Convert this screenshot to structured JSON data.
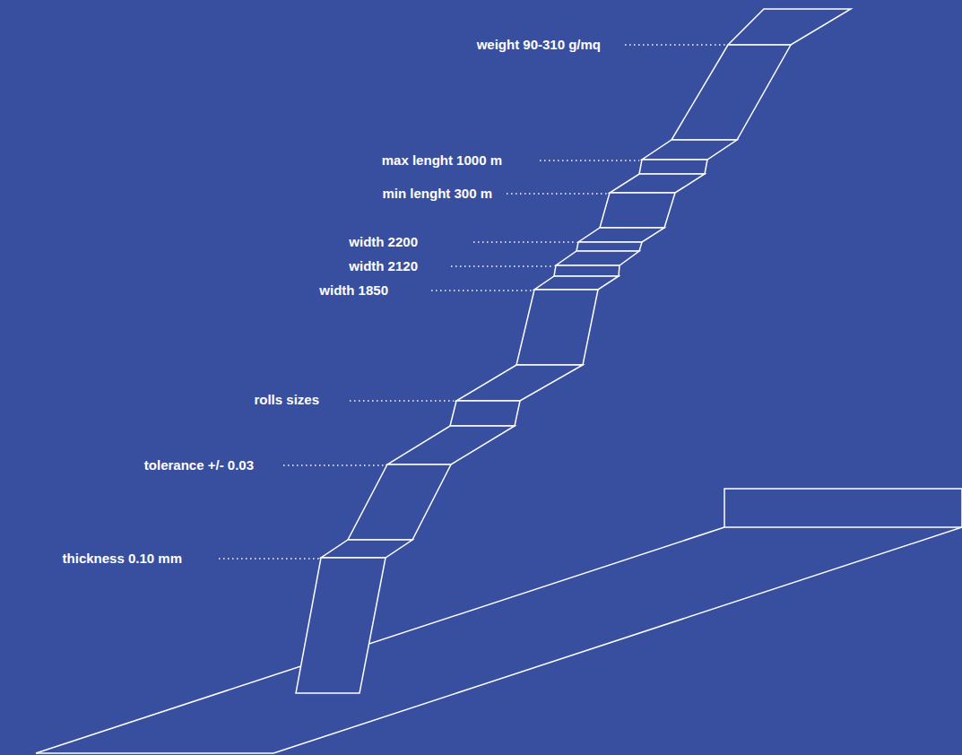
{
  "diagram": {
    "labels": [
      "weight 90-310 g/mq",
      "max lenght 1000 m",
      "min lenght 300 m",
      "width 2200",
      "width 2120",
      "width 1850",
      "rolls sizes",
      "tolerance +/- 0.03",
      "thickness 0.10 mm"
    ]
  }
}
